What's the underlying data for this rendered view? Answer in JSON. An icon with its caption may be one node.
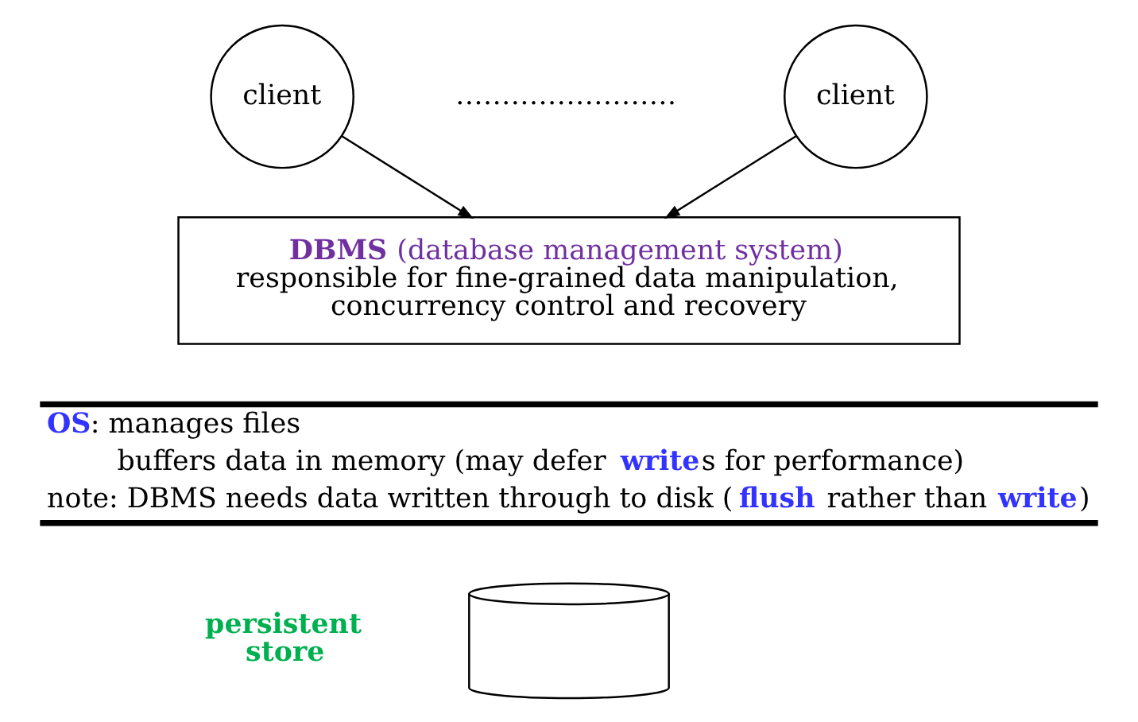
{
  "diagram": {
    "nodes": [
      {
        "text": [
          "client"
        ]
      },
      {
        "text": [
          "client"
        ]
      },
      {
        "text": [
          "**DBMS** (database management system)",
          "responsible for fine-grained data manipulation, concurrency control and recovery"
        ]
      },
      {
        "text": [],
        "shape": "cylinder",
        "beside": [
          "persistent store"
        ]
      }
    ],
    "edges": [
      {
        "from": 0,
        "to": 2,
        "arrow": "to"
      },
      {
        "from": 1,
        "to": 2,
        "arrow": "to"
      }
    ],
    "labels": [
      "……………………",
      "**OS**: manages files",
      "buffers data in memory (may defer **write**s for performance)",
      "note: DBMS needs data written through to disk (**flush** rather than **write**)"
    ]
  }
}
